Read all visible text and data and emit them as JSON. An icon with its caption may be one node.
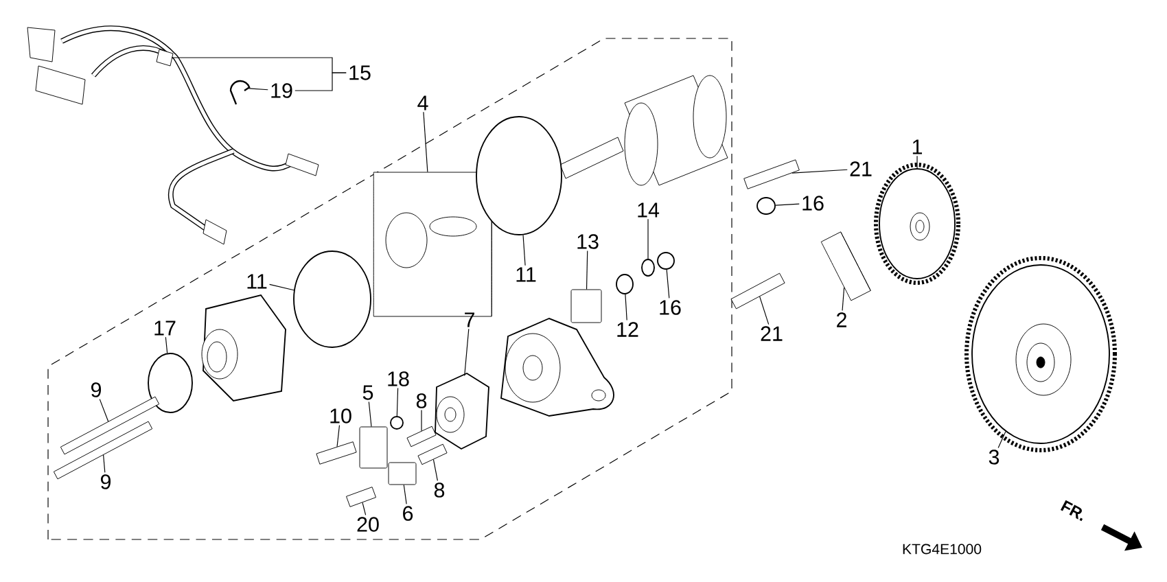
{
  "diagram": {
    "nodes": [
      {
        "text": [
          "15"
        ]
      },
      {
        "text": [],
        "shape": "picture"
      },
      {
        "text": [
          "19"
        ]
      },
      {
        "text": [],
        "shape": "picture"
      },
      {
        "text": [
          "4"
        ]
      },
      {
        "text": [],
        "shape": "cylinder"
      },
      {
        "text": [
          "1"
        ]
      },
      {
        "text": [],
        "shape": "circle"
      },
      {
        "text": [
          "21"
        ]
      },
      {
        "text": [],
        "shape": "bar"
      },
      {
        "text": [
          "16"
        ]
      },
      {
        "text": [],
        "shape": "circle"
      },
      {
        "text": [
          "14"
        ]
      },
      {
        "text": [],
        "shape": "circle"
      },
      {
        "text": [
          "13"
        ]
      },
      {
        "text": [],
        "shape": "box"
      },
      {
        "text": [
          "11"
        ]
      },
      {
        "text": [],
        "shape": "circle"
      },
      {
        "text": [
          "11"
        ]
      },
      {
        "text": [],
        "shape": "circle"
      },
      {
        "text": [
          "17"
        ]
      },
      {
        "text": [],
        "shape": "circle"
      },
      {
        "text": [
          "7"
        ]
      },
      {
        "text": [],
        "shape": "picture"
      },
      {
        "text": [
          "12"
        ]
      },
      {
        "text": [],
        "shape": "circle"
      },
      {
        "text": [
          "16"
        ]
      },
      {
        "text": [],
        "shape": "circle"
      },
      {
        "text": [
          "2"
        ]
      },
      {
        "text": [],
        "shape": "cylinder"
      },
      {
        "text": [
          "21"
        ]
      },
      {
        "text": [],
        "shape": "bar"
      },
      {
        "text": [
          "9"
        ]
      },
      {
        "text": [],
        "shape": "bar"
      },
      {
        "text": [
          "9"
        ]
      },
      {
        "text": [],
        "shape": "bar"
      },
      {
        "text": [
          "10"
        ]
      },
      {
        "text": [],
        "shape": "bar"
      },
      {
        "text": [
          "5"
        ]
      },
      {
        "text": [],
        "shape": "box"
      },
      {
        "text": [
          "18"
        ]
      },
      {
        "text": [],
        "shape": "circle"
      },
      {
        "text": [
          "8"
        ]
      },
      {
        "text": [],
        "shape": "bar"
      },
      {
        "text": [
          "8"
        ]
      },
      {
        "text": [],
        "shape": "bar"
      },
      {
        "text": [
          "3"
        ]
      },
      {
        "text": [],
        "shape": "circle"
      },
      {
        "text": [
          "6"
        ]
      },
      {
        "text": [],
        "shape": "box"
      },
      {
        "text": [
          "20"
        ]
      },
      {
        "text": [],
        "shape": "bar"
      },
      {
        "text": [],
        "shape": "picture"
      }
    ],
    "edges": [
      {
        "from": 0,
        "to": 1,
        "arrow": "none"
      },
      {
        "from": 0,
        "to": 2,
        "arrow": "none"
      },
      {
        "from": 2,
        "to": 3,
        "arrow": "none"
      },
      {
        "from": 4,
        "to": 5,
        "arrow": "none"
      },
      {
        "from": 6,
        "to": 7,
        "arrow": "none"
      },
      {
        "from": 8,
        "to": 9,
        "arrow": "none"
      },
      {
        "from": 10,
        "to": 11,
        "arrow": "none"
      },
      {
        "from": 12,
        "to": 13,
        "arrow": "none"
      },
      {
        "from": 14,
        "to": 15,
        "arrow": "none"
      },
      {
        "from": 16,
        "to": 17,
        "arrow": "none"
      },
      {
        "from": 18,
        "to": 19,
        "arrow": "none"
      },
      {
        "from": 20,
        "to": 21,
        "arrow": "none"
      },
      {
        "from": 22,
        "to": 23,
        "arrow": "none"
      },
      {
        "from": 24,
        "to": 25,
        "arrow": "none"
      },
      {
        "from": 26,
        "to": 27,
        "arrow": "none"
      },
      {
        "from": 28,
        "to": 29,
        "arrow": "none"
      },
      {
        "from": 30,
        "to": 31,
        "arrow": "none"
      },
      {
        "from": 32,
        "to": 33,
        "arrow": "none"
      },
      {
        "from": 34,
        "to": 35,
        "arrow": "none"
      },
      {
        "from": 36,
        "to": 37,
        "arrow": "none"
      },
      {
        "from": 38,
        "to": 39,
        "arrow": "none"
      },
      {
        "from": 40,
        "to": 41,
        "arrow": "none"
      },
      {
        "from": 42,
        "to": 43,
        "arrow": "none"
      },
      {
        "from": 44,
        "to": 45,
        "arrow": "none"
      },
      {
        "from": 46,
        "to": 47,
        "arrow": "none"
      },
      {
        "from": 48,
        "to": 49,
        "arrow": "none"
      },
      {
        "from": 50,
        "to": 51,
        "arrow": "none"
      }
    ],
    "labels": [
      "KTG4E1000",
      "FR."
    ]
  }
}
